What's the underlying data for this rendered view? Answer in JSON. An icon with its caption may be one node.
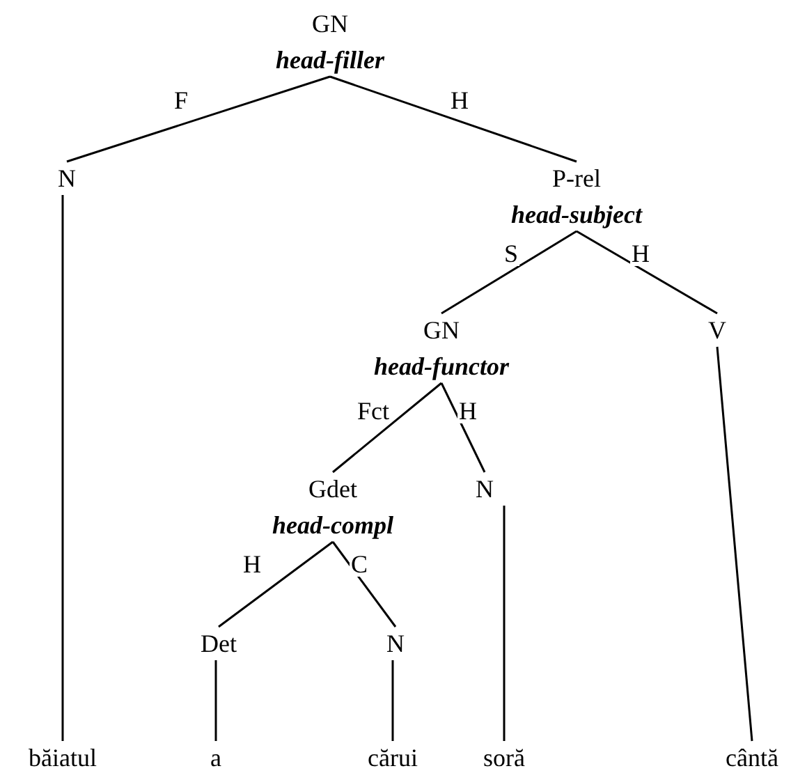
{
  "diagram": {
    "nodes": [
      {
        "text": [
          "GN",
          "head-filler"
        ]
      },
      {
        "text": [
          "N"
        ]
      },
      {
        "text": [
          "P-rel",
          "head-subject"
        ]
      },
      {
        "text": [
          "GN",
          "head-functor"
        ]
      },
      {
        "text": [
          "V"
        ]
      },
      {
        "text": [
          "Gdet",
          "head-compl"
        ]
      },
      {
        "text": [
          "N"
        ]
      },
      {
        "text": [
          "Det"
        ]
      },
      {
        "text": [
          "N"
        ]
      },
      {
        "text": [
          "băiatul"
        ]
      },
      {
        "text": [
          "a"
        ]
      },
      {
        "text": [
          "cărui"
        ]
      },
      {
        "text": [
          "soră"
        ]
      },
      {
        "text": [
          "cântă"
        ]
      }
    ],
    "edges": [
      {
        "from": 0,
        "to": 1,
        "arrow": "none",
        "label": "F"
      },
      {
        "from": 0,
        "to": 2,
        "arrow": "none",
        "label": "H"
      },
      {
        "from": 2,
        "to": 3,
        "arrow": "none",
        "label": "S"
      },
      {
        "from": 2,
        "to": 4,
        "arrow": "none",
        "label": "H"
      },
      {
        "from": 3,
        "to": 5,
        "arrow": "none",
        "label": "Fct"
      },
      {
        "from": 3,
        "to": 6,
        "arrow": "none",
        "label": "H"
      },
      {
        "from": 5,
        "to": 7,
        "arrow": "none",
        "label": "H"
      },
      {
        "from": 5,
        "to": 8,
        "arrow": "none",
        "label": "C"
      },
      {
        "from": 1,
        "to": 9,
        "arrow": "none"
      },
      {
        "from": 7,
        "to": 10,
        "arrow": "none"
      },
      {
        "from": 8,
        "to": 11,
        "arrow": "none"
      },
      {
        "from": 6,
        "to": 12,
        "arrow": "none"
      },
      {
        "from": 4,
        "to": 13,
        "arrow": "none"
      }
    ]
  }
}
